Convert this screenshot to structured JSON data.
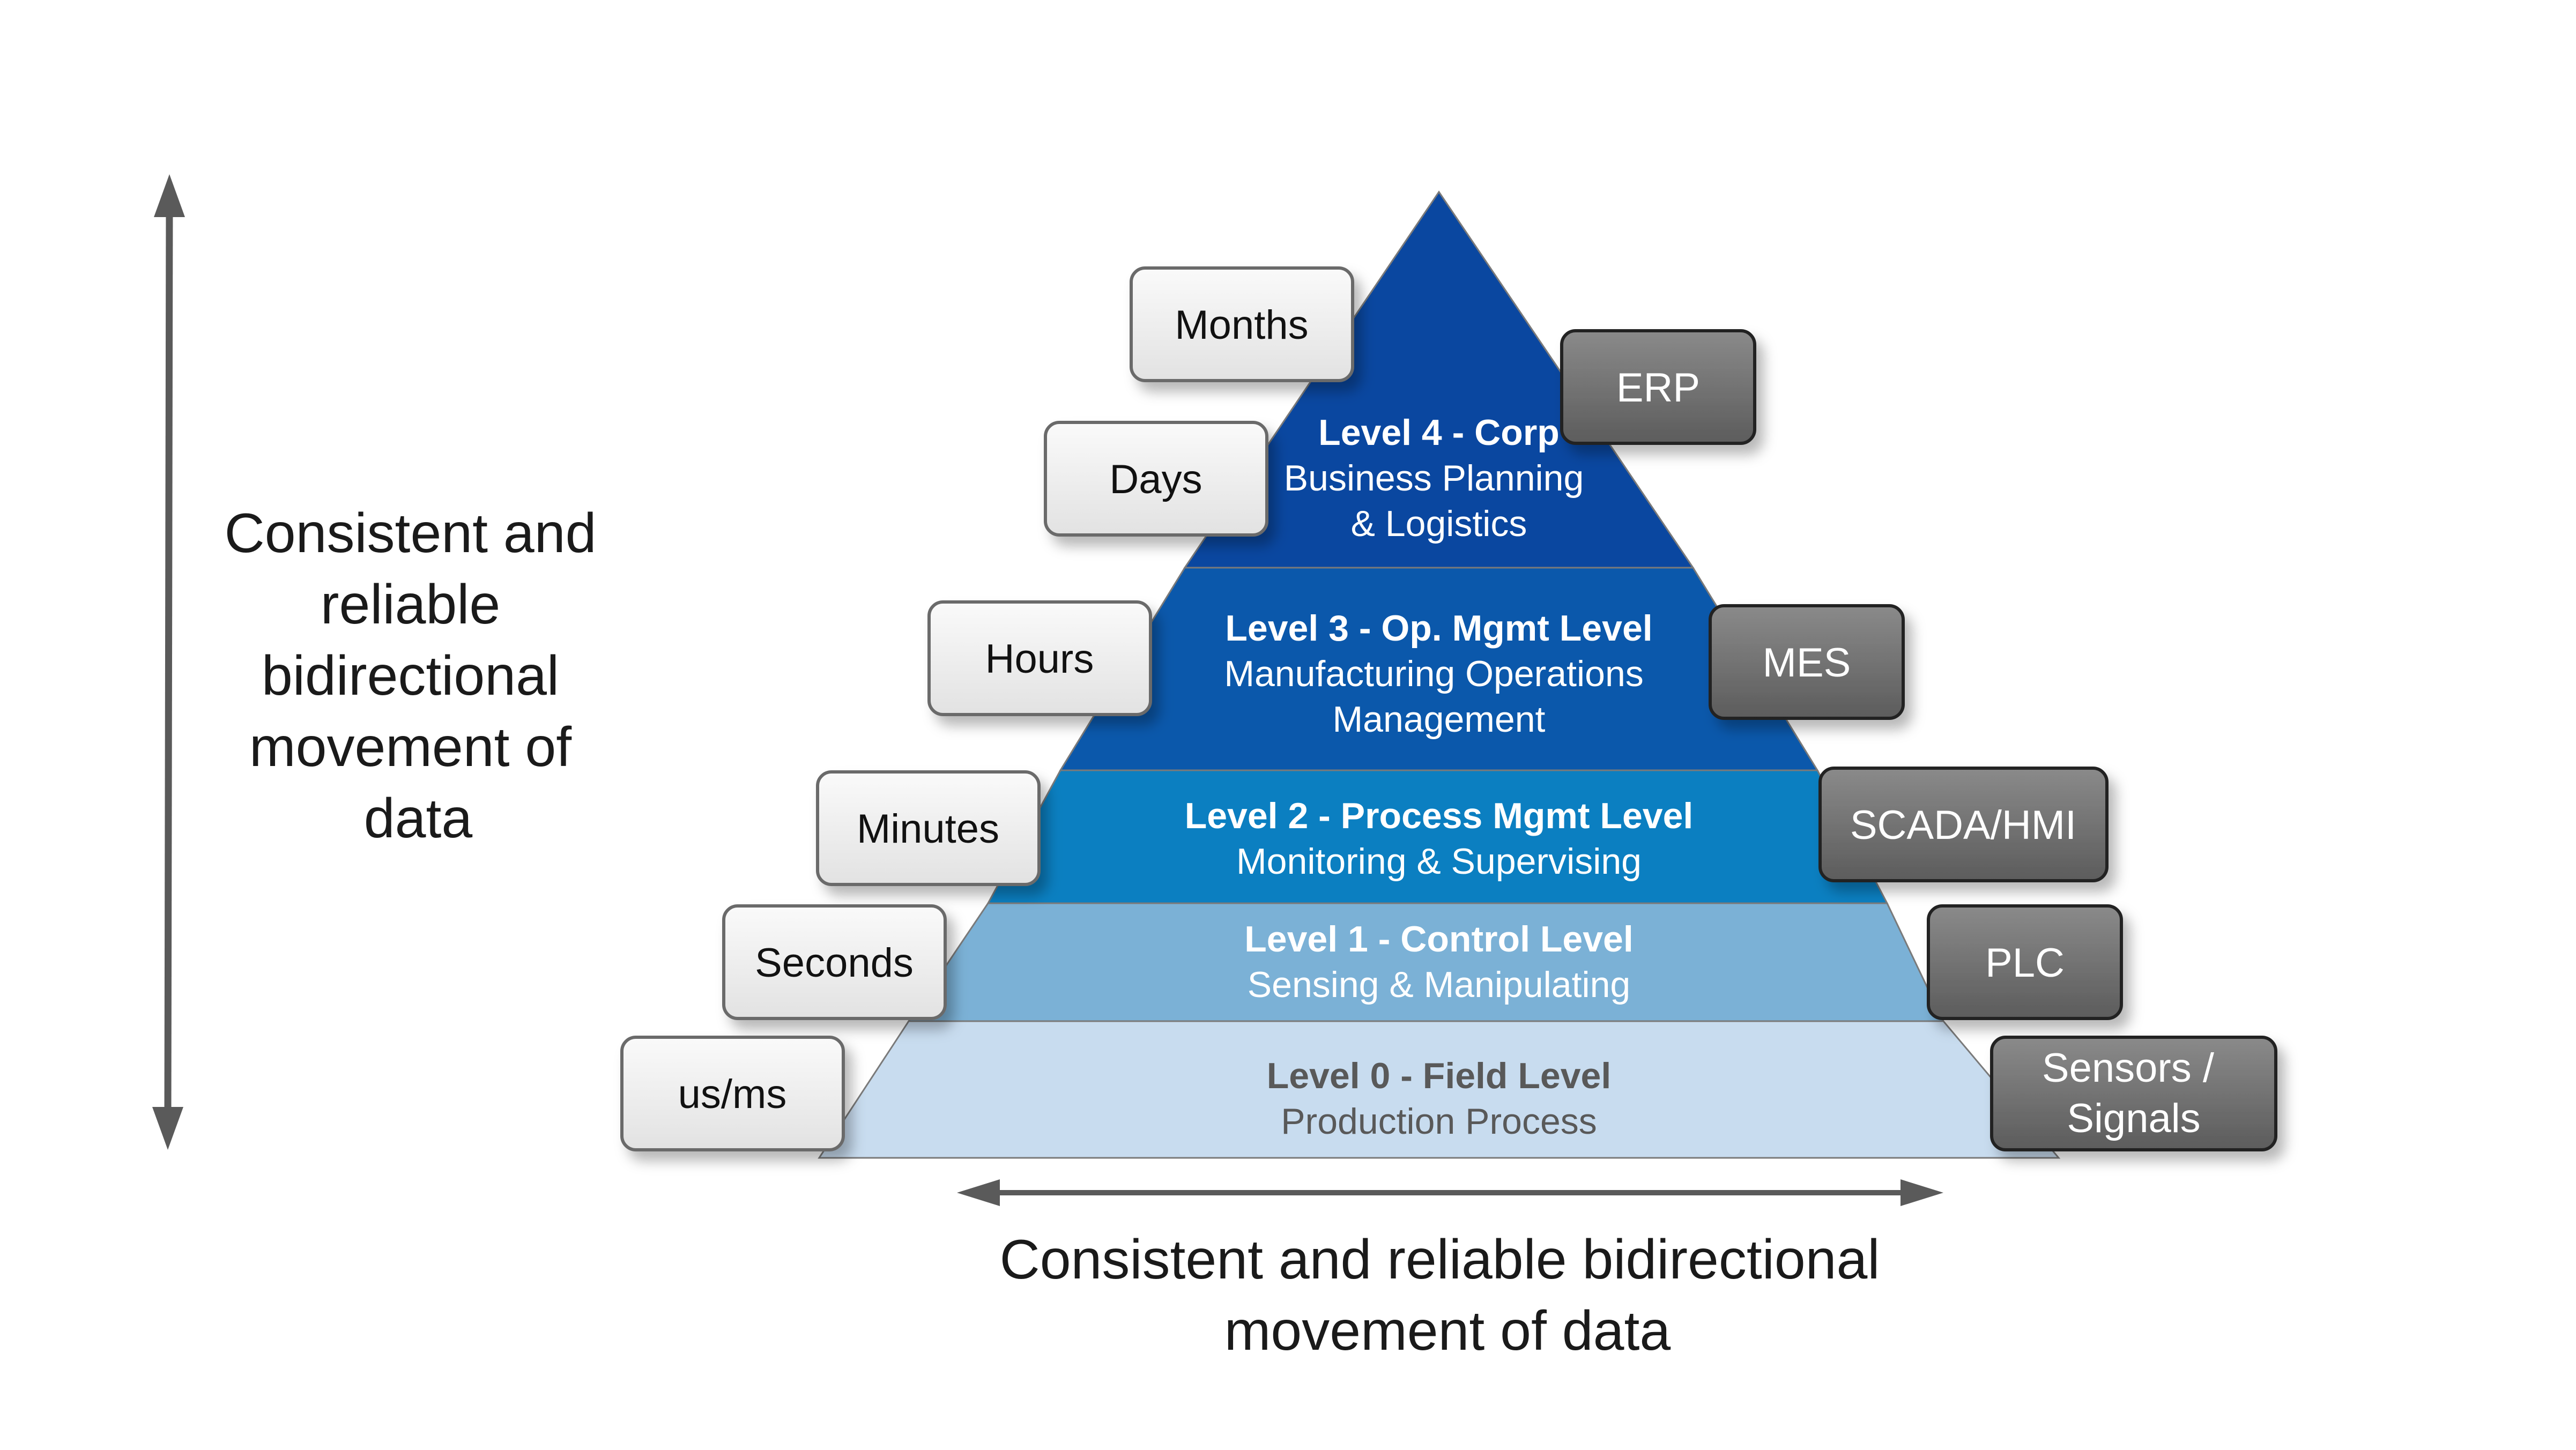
{
  "left_caption": [
    "Consistent and",
    "reliable",
    "bidirectional",
    "movement of",
    "data"
  ],
  "bottom_caption": [
    "Consistent and reliable bidirectional",
    "movement of data"
  ],
  "levels": [
    {
      "title": "Level 4 - Corp",
      "subtitle": [
        "Business Planning",
        "& Logistics"
      ],
      "color": "#0a47a0",
      "text_color": "#ffffff"
    },
    {
      "title": "Level 3 - Op. Mgmt Level",
      "subtitle": [
        "Manufacturing Operations",
        "Management"
      ],
      "color": "#0b58ab",
      "text_color": "#ffffff"
    },
    {
      "title": "Level 2 - Process Mgmt Level",
      "subtitle": [
        "Monitoring & Supervising"
      ],
      "color": "#0b7fc1",
      "text_color": "#ffffff"
    },
    {
      "title": "Level 1 - Control Level",
      "subtitle": [
        "Sensing & Manipulating"
      ],
      "color": "#7bb1d6",
      "text_color": "#ffffff"
    },
    {
      "title": "Level 0 - Field Level",
      "subtitle": [
        "Production Process"
      ],
      "color": "#c8dcef",
      "text_color": "#595959"
    }
  ],
  "time_scales": [
    "Months",
    "Days",
    "Hours",
    "Minutes",
    "Seconds",
    "us/ms"
  ],
  "systems": [
    [
      "ERP"
    ],
    [
      "MES"
    ],
    [
      "SCADA/HMI"
    ],
    [
      "PLC"
    ],
    [
      "Sensors /",
      "Signals"
    ]
  ],
  "colors": {
    "arrow": "#5a5a5a",
    "system_box": "#6e6e6e",
    "time_box": "#f0f0f0"
  }
}
